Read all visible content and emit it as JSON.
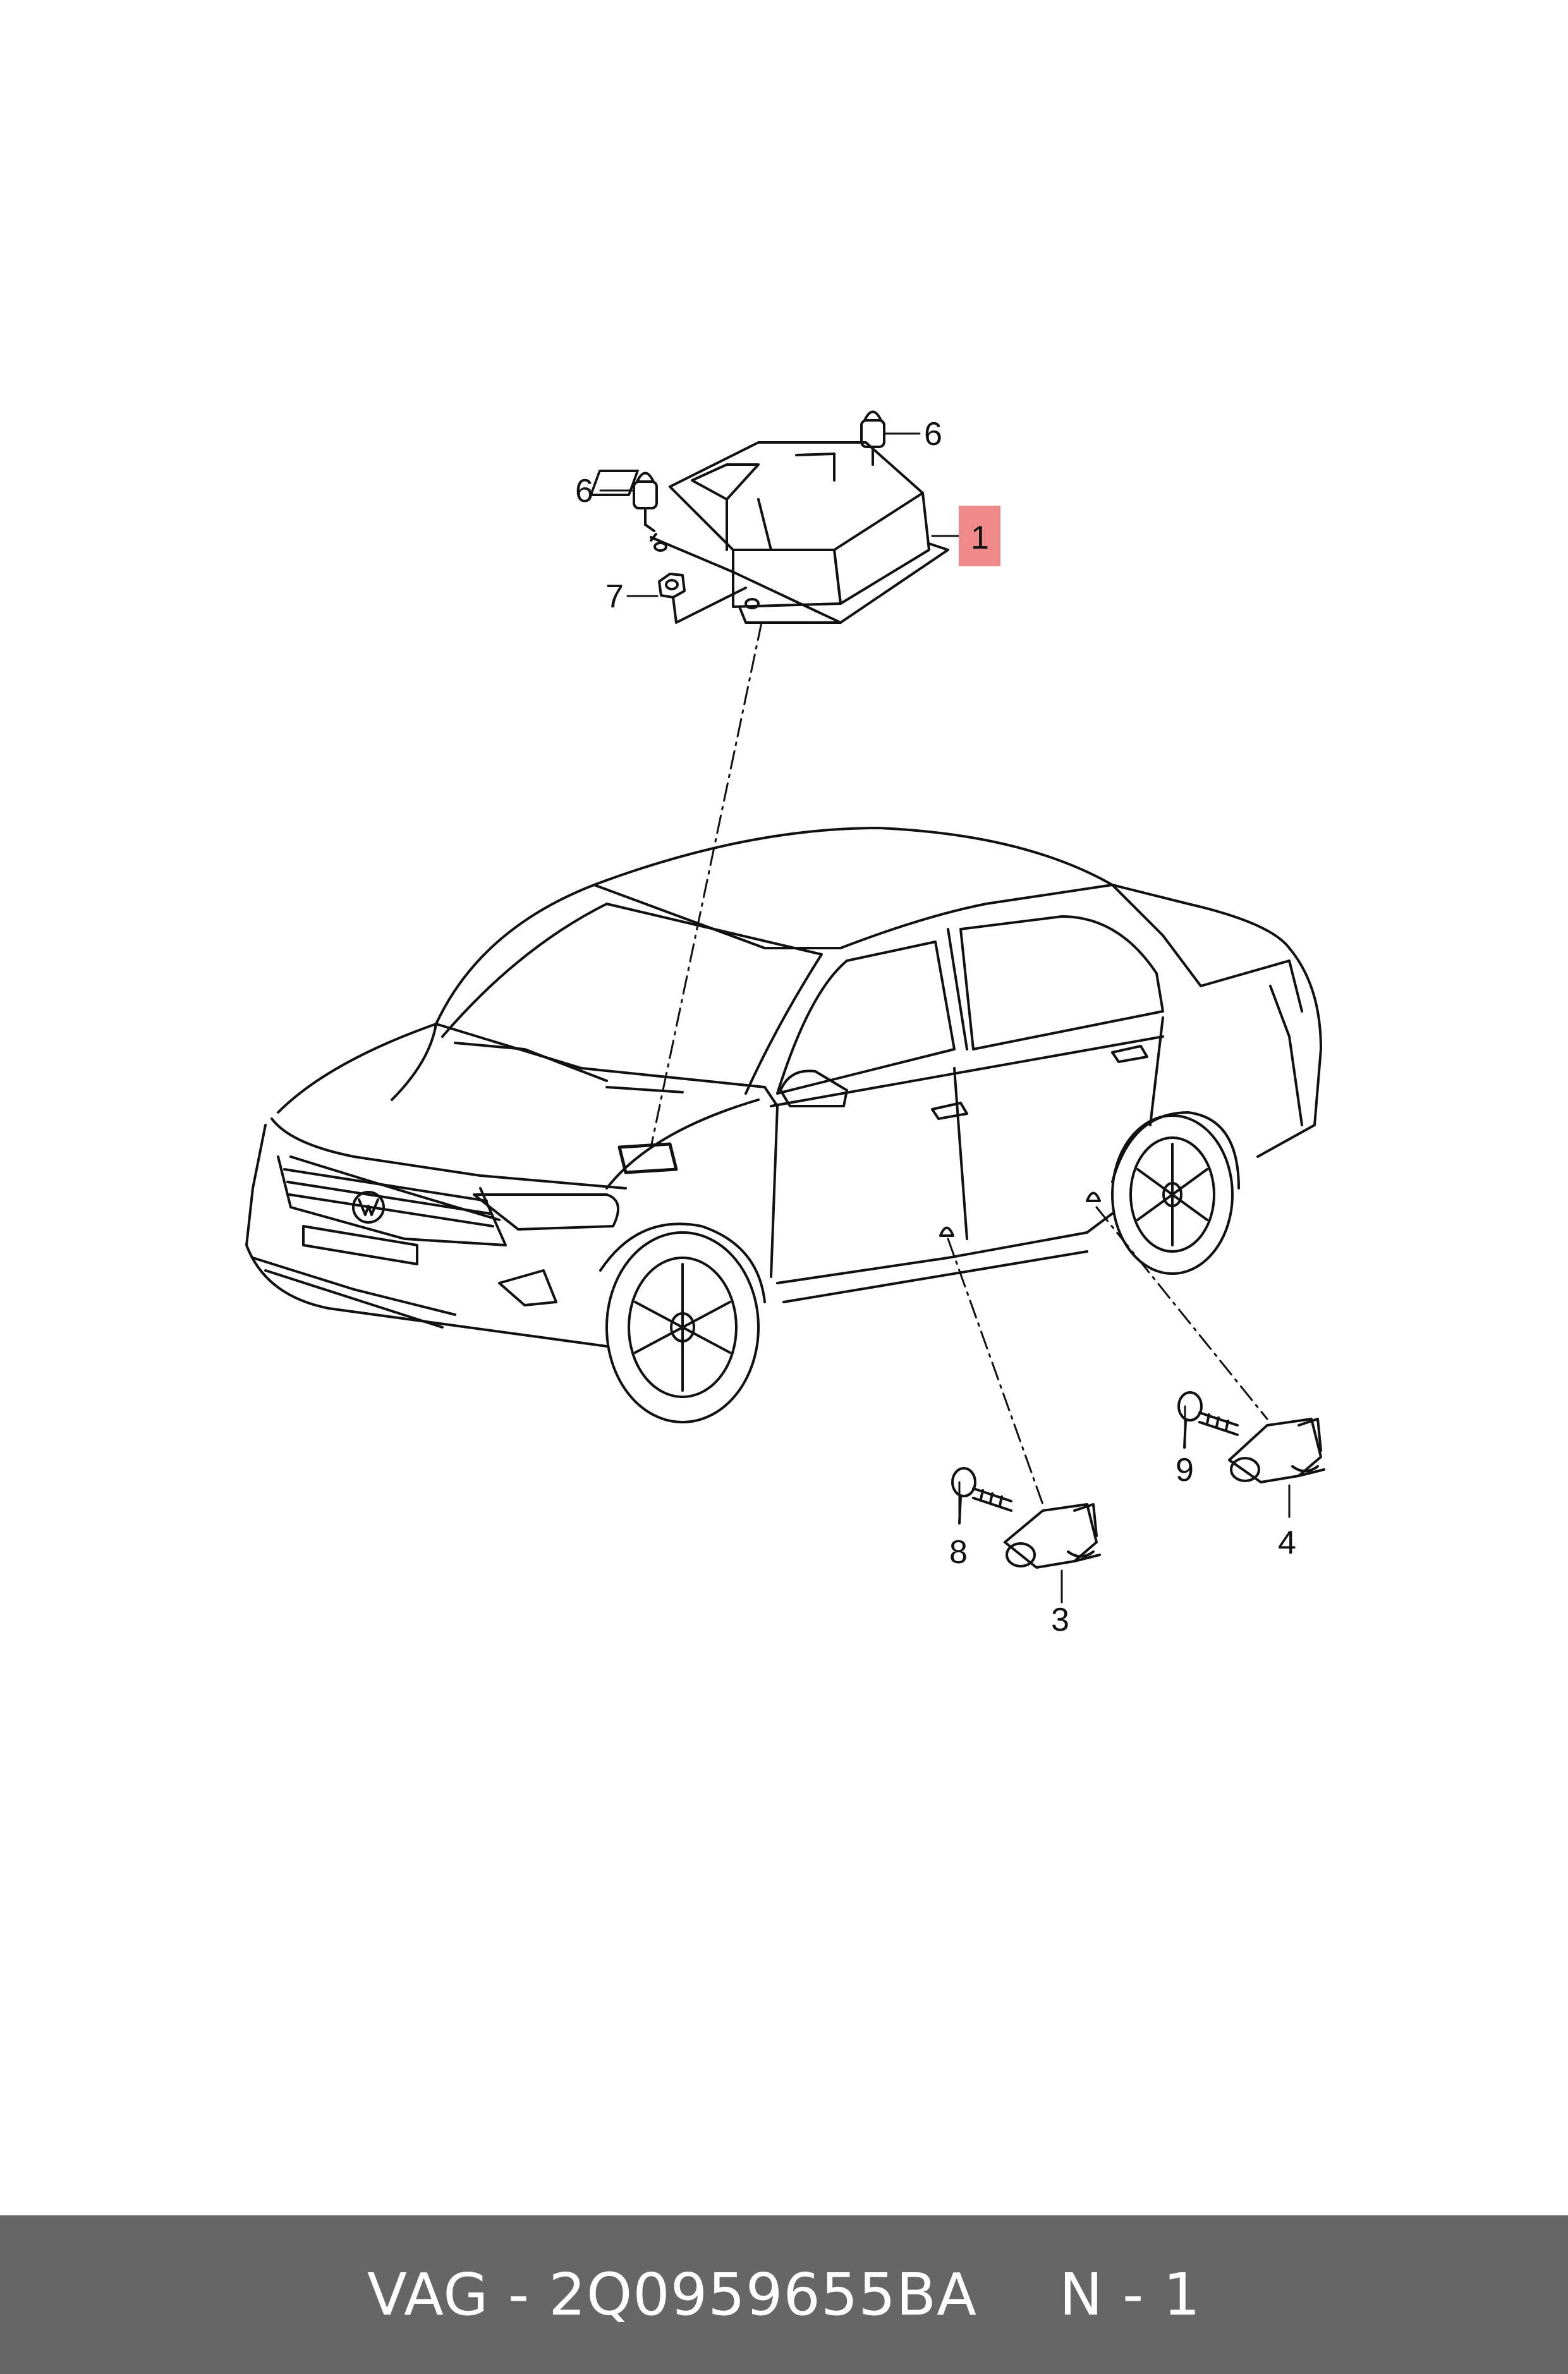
{
  "callouts": {
    "c1": "1",
    "c3": "3",
    "c4": "4",
    "c6a": "6",
    "c6b": "6",
    "c7": "7",
    "c8": "8",
    "c9": "9"
  },
  "colors": {
    "highlight": "#f08a8a",
    "footer_bg": "#666666",
    "footer_text": "#ffffff",
    "line": "#111111"
  },
  "footer": {
    "part_label": "VAG - 2Q0959655BA",
    "sheet_label": "N - 1"
  }
}
